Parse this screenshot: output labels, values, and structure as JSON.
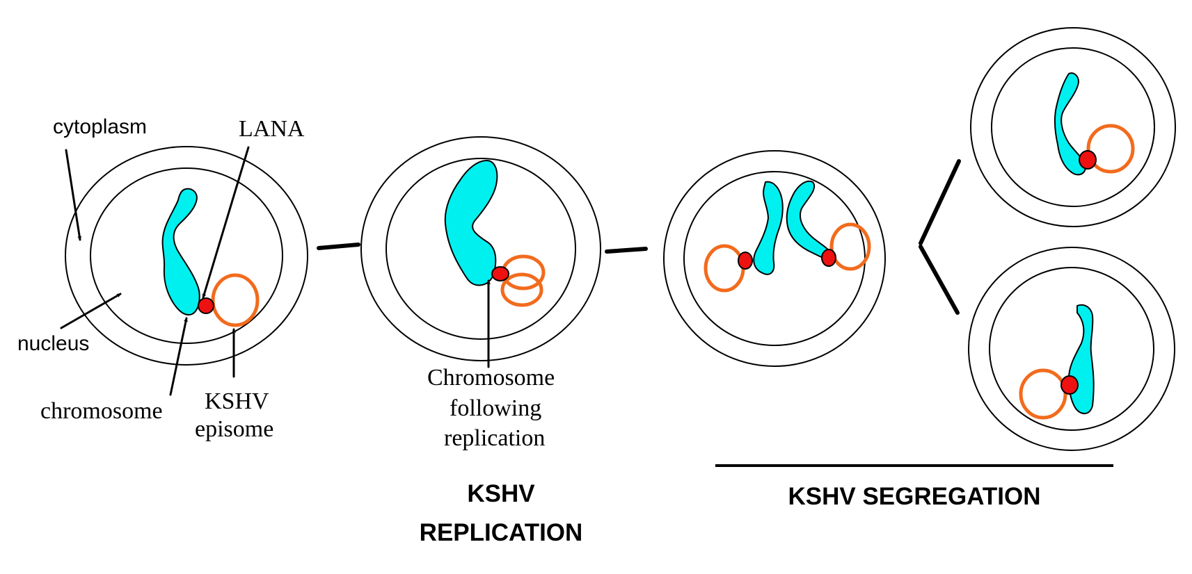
{
  "labels": {
    "cytoplasm": "cytoplasm",
    "lana": "LANA",
    "nucleus": "nucleus",
    "chromosome": "chromosome",
    "kshv_episome_line1": "KSHV",
    "kshv_episome_line2": "episome",
    "following_line1": "Chromosome",
    "following_line2": "following",
    "following_line3": "replication"
  },
  "stages": {
    "replication_line1": "KSHV",
    "replication_line2": "REPLICATION",
    "segregation": "KSHV SEGREGATION"
  },
  "colors": {
    "chromosome_fill": "#00f0f0",
    "episome_stroke": "#f26b1d",
    "lana_fill": "#ee1111",
    "outline": "#000000"
  }
}
